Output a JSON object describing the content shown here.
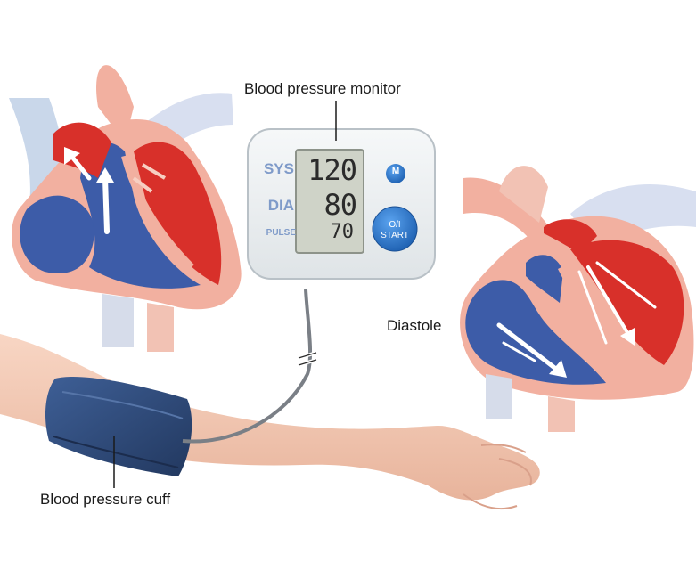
{
  "labels": {
    "monitor": "Blood pressure monitor",
    "diastole": "Diastole",
    "cuff": "Blood pressure cuff"
  },
  "monitor": {
    "sys_label": "SYS",
    "dia_label": "DIA",
    "pulse_label": "PULSE",
    "sys_value": "120",
    "dia_value": "80",
    "pulse_value": "70",
    "m_button": "M",
    "start_button_line1": "O/I",
    "start_button_line2": "START"
  },
  "colors": {
    "oxygenated_blood": "#d8302a",
    "deoxygenated_blood": "#3d5ca8",
    "heart_tissue": "#f2b0a0",
    "button_blue": "#2a73c8",
    "cuff_blue": "#2e4a7a",
    "monitor_body": "#eef1f3",
    "lcd_screen": "#cfd3c8"
  }
}
